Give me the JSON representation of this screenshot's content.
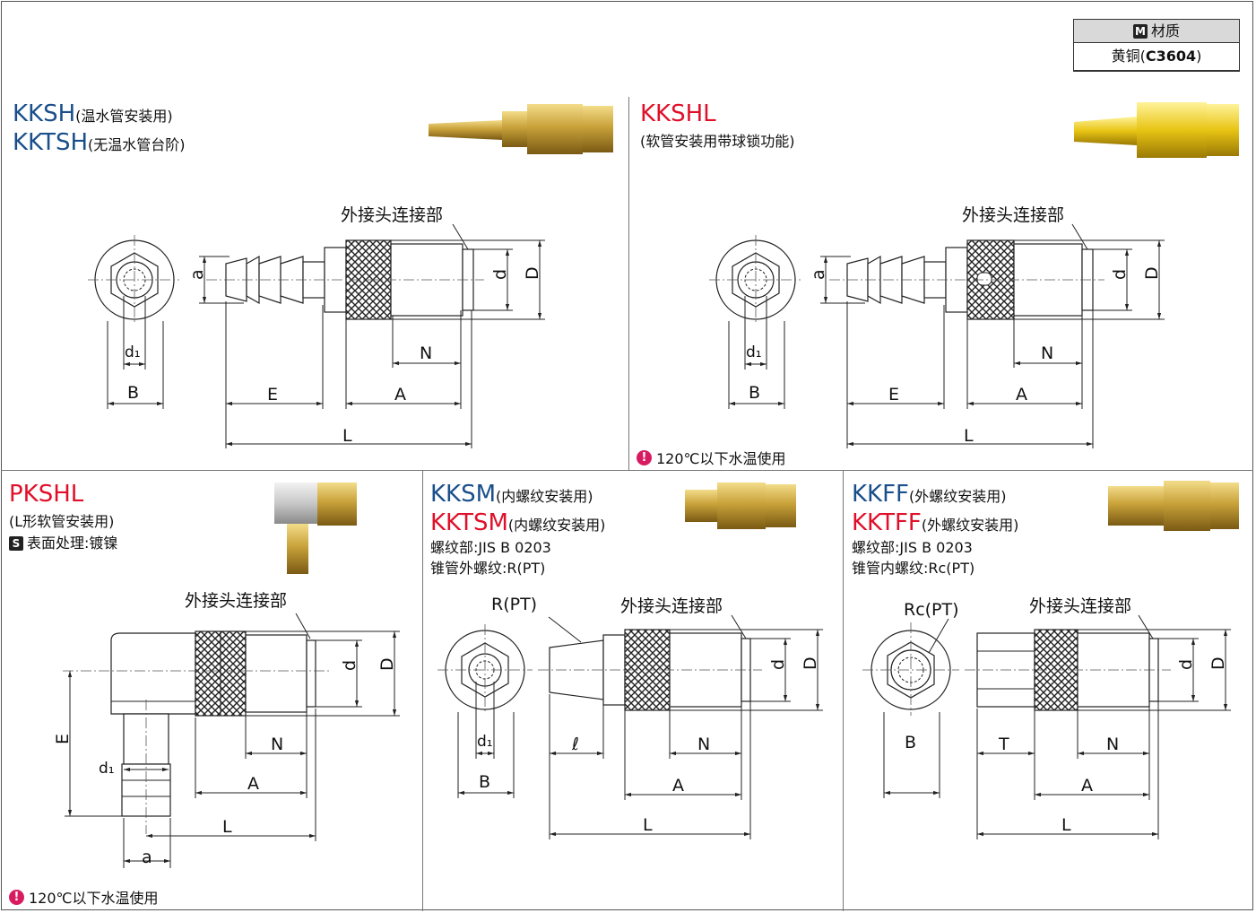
{
  "material": {
    "header_badge": "M",
    "header": "材质",
    "value_prefix": "黄铜(",
    "value_bold": "C3604",
    "value_suffix": ")"
  },
  "panels": {
    "kksh": {
      "code1": "KKSH",
      "desc1": "(温水管安装用)",
      "code2": "KKTSH",
      "desc2": "(无温水管台阶)"
    },
    "kkshl": {
      "code": "KKSHL",
      "desc": "(软管安装用带球锁功能)",
      "note": "120℃以下水温使用"
    },
    "pkshl": {
      "code": "PKSHL",
      "desc": "(L形软管安装用)",
      "surface_badge": "S",
      "surface": "表面处理:镀镍",
      "note": "120℃以下水温使用"
    },
    "kksm": {
      "code1": "KKSM",
      "desc1": "(内螺纹安装用)",
      "code2": "KKTSM",
      "desc2": "(内螺纹安装用)",
      "spec1": "螺纹部:JIS B 0203",
      "spec2": "锥管外螺纹:R(PT)"
    },
    "kkff": {
      "code1": "KKFF",
      "desc1": "(外螺纹安装用)",
      "code2": "KKTFF",
      "desc2": "(外螺纹安装用)",
      "spec1": "螺纹部:JIS B 0203",
      "spec2": "锥管内螺纹:Rc(PT)"
    }
  },
  "labels": {
    "connector": "外接头连接部",
    "a": "a",
    "d": "d",
    "D": "D",
    "N": "N",
    "E": "E",
    "A": "A",
    "L": "L",
    "B": "B",
    "d1": "d₁",
    "T": "T",
    "ell": "ℓ",
    "r_pt": "R(PT)",
    "rc_pt": "Rc(PT)"
  },
  "colors": {
    "blue_code": "#1a4f8b",
    "red_code": "#e0102a",
    "brass": "#c9a23a",
    "gold_plated": "#e8c414",
    "nickel": "#c8c8c8"
  }
}
